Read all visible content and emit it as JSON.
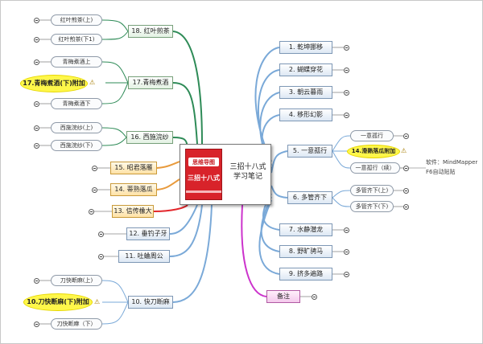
{
  "center": {
    "book_band": "思维导图",
    "book_title": "三招十八式",
    "title": "三招十八式",
    "subtitle": "学习笔记"
  },
  "right": [
    {
      "id": "1",
      "label": "1. 乾坤挪移",
      "color": "#7aa9d8"
    },
    {
      "id": "2",
      "label": "2. 蝴蝶穿花",
      "color": "#7aa9d8"
    },
    {
      "id": "3",
      "label": "3. 朝云暮雨",
      "color": "#7aa9d8"
    },
    {
      "id": "4",
      "label": "4. 移形幻影",
      "color": "#7aa9d8"
    },
    {
      "id": "5",
      "label": "5. 一意孤行",
      "color": "#7aa9d8"
    },
    {
      "id": "6",
      "label": "6. 多管齐下",
      "color": "#7aa9d8"
    },
    {
      "id": "7",
      "label": "7. 水静潜龙",
      "color": "#7aa9d8"
    },
    {
      "id": "8",
      "label": "8. 野旷骋马",
      "color": "#7aa9d8"
    },
    {
      "id": "9",
      "label": "9. 挤多遍路",
      "color": "#7aa9d8"
    },
    {
      "id": "note",
      "label": "备注",
      "color": "#cc33cc"
    }
  ],
  "right_subs": {
    "five": [
      "一意孤行",
      "14.滑熟落瓜附加",
      "一意孤行（续）"
    ],
    "six": [
      "多管齐下(上)",
      "多管齐下(下)"
    ],
    "software_note": "软件：MindMapper",
    "hotkey_note": "F6自动贴贴"
  },
  "left": [
    {
      "id": "18",
      "label": "18. 红叶煎茶"
    },
    {
      "id": "17",
      "label": "17.青梅煮酒"
    },
    {
      "id": "16",
      "label": "16. 西施浣纱"
    },
    {
      "id": "15",
      "label": "15. 昭君落雁"
    },
    {
      "id": "14",
      "label": "14. 蒂熟落瓜"
    },
    {
      "id": "13",
      "label": "13. 信传橡大"
    },
    {
      "id": "12",
      "label": "12. 垂钓子牙"
    },
    {
      "id": "11",
      "label": "11. 吐蛐周公"
    },
    {
      "id": "10",
      "label": "10. 快刀断麻"
    }
  ],
  "left_subs": {
    "eighteen": [
      "红叶煎茶(上)",
      "红叶煎茶(下1)"
    ],
    "seventeen": [
      "青梅煮酒上",
      "17.青梅煮酒(下)附加",
      "青梅煮酒下"
    ],
    "sixteen": [
      "西施浣纱(上)",
      "西施浣纱(下)"
    ],
    "ten": [
      "刀快断麻(上)",
      "10.刀快断麻(下)附加",
      "刀快断麻（下）"
    ]
  },
  "colors": {
    "blue_branch": "#7aa9d8",
    "green_branch": "#2e8b57",
    "orange_branch": "#e89a3c",
    "pink_branch": "#cc33cc",
    "red_branch": "#e3262b"
  }
}
